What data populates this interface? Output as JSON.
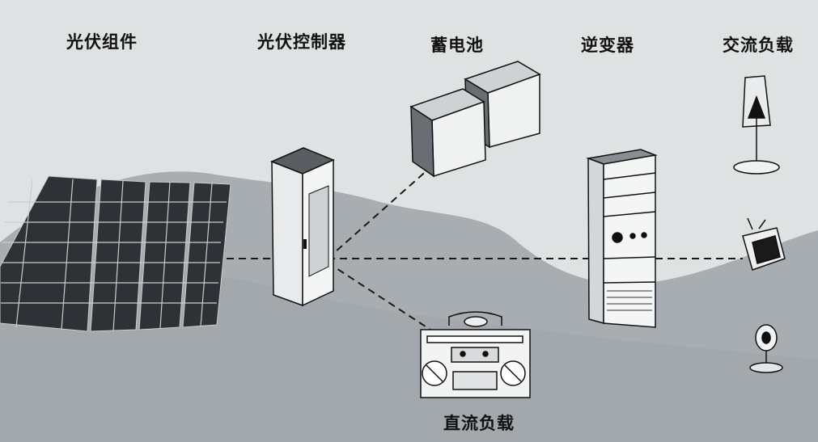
{
  "labels": {
    "pv_modules": "光伏组件",
    "pv_controller": "光伏控制器",
    "battery": "蓄电池",
    "inverter": "逆变器",
    "ac_load": "交流负载",
    "dc_load": "直流负载"
  },
  "icons": {
    "pv_modules": "solar-panel-array",
    "pv_controller": "controller-cabinet",
    "battery": "battery-boxes",
    "inverter": "inverter-rack",
    "ac_load_1": "lamp",
    "ac_load_2": "television",
    "ac_load_3": "fan",
    "dc_load": "radio-cassette-player"
  },
  "colors": {
    "background": "#d9dcdd",
    "hill": "#a4a9ad",
    "line": "#1a1a1a"
  }
}
